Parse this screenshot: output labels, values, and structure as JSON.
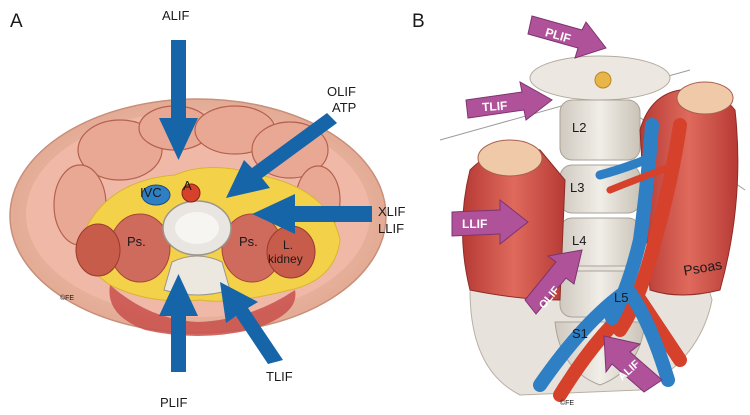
{
  "panels": {
    "left": {
      "letter": "A",
      "approaches": {
        "alif": "ALIF",
        "olif": "OLIF",
        "atp": "ATP",
        "xlif": "XLIF",
        "llif": "LLIF",
        "plif": "PLIF",
        "tlif": "TLIF"
      },
      "anatomy": {
        "ivc": "IVC",
        "aorta": "A",
        "psoas_left": "Ps.",
        "psoas_right": "Ps.",
        "kidney_l1": "L.",
        "kidney_l2": "kidney"
      },
      "signature": "©FE"
    },
    "right": {
      "letter": "B",
      "approaches": {
        "plif": "PLIF",
        "tlif": "TLIF",
        "llif": "LLIF",
        "olif": "OLIF",
        "alif": "ALIF"
      },
      "levels": {
        "l2": "L2",
        "l3": "L3",
        "l4": "L4",
        "l5": "L5",
        "s1": "S1"
      },
      "muscle": "Psoas",
      "signature": "©FE"
    }
  },
  "colors": {
    "blue_arrow": "#1565a8",
    "pink_arrow": "#b0529a",
    "fat": "#f3d24a",
    "muscle": "#c9504b",
    "vena_cava": "#2f7fc4",
    "aorta": "#d5412a",
    "bone": "#e7e3dc"
  }
}
